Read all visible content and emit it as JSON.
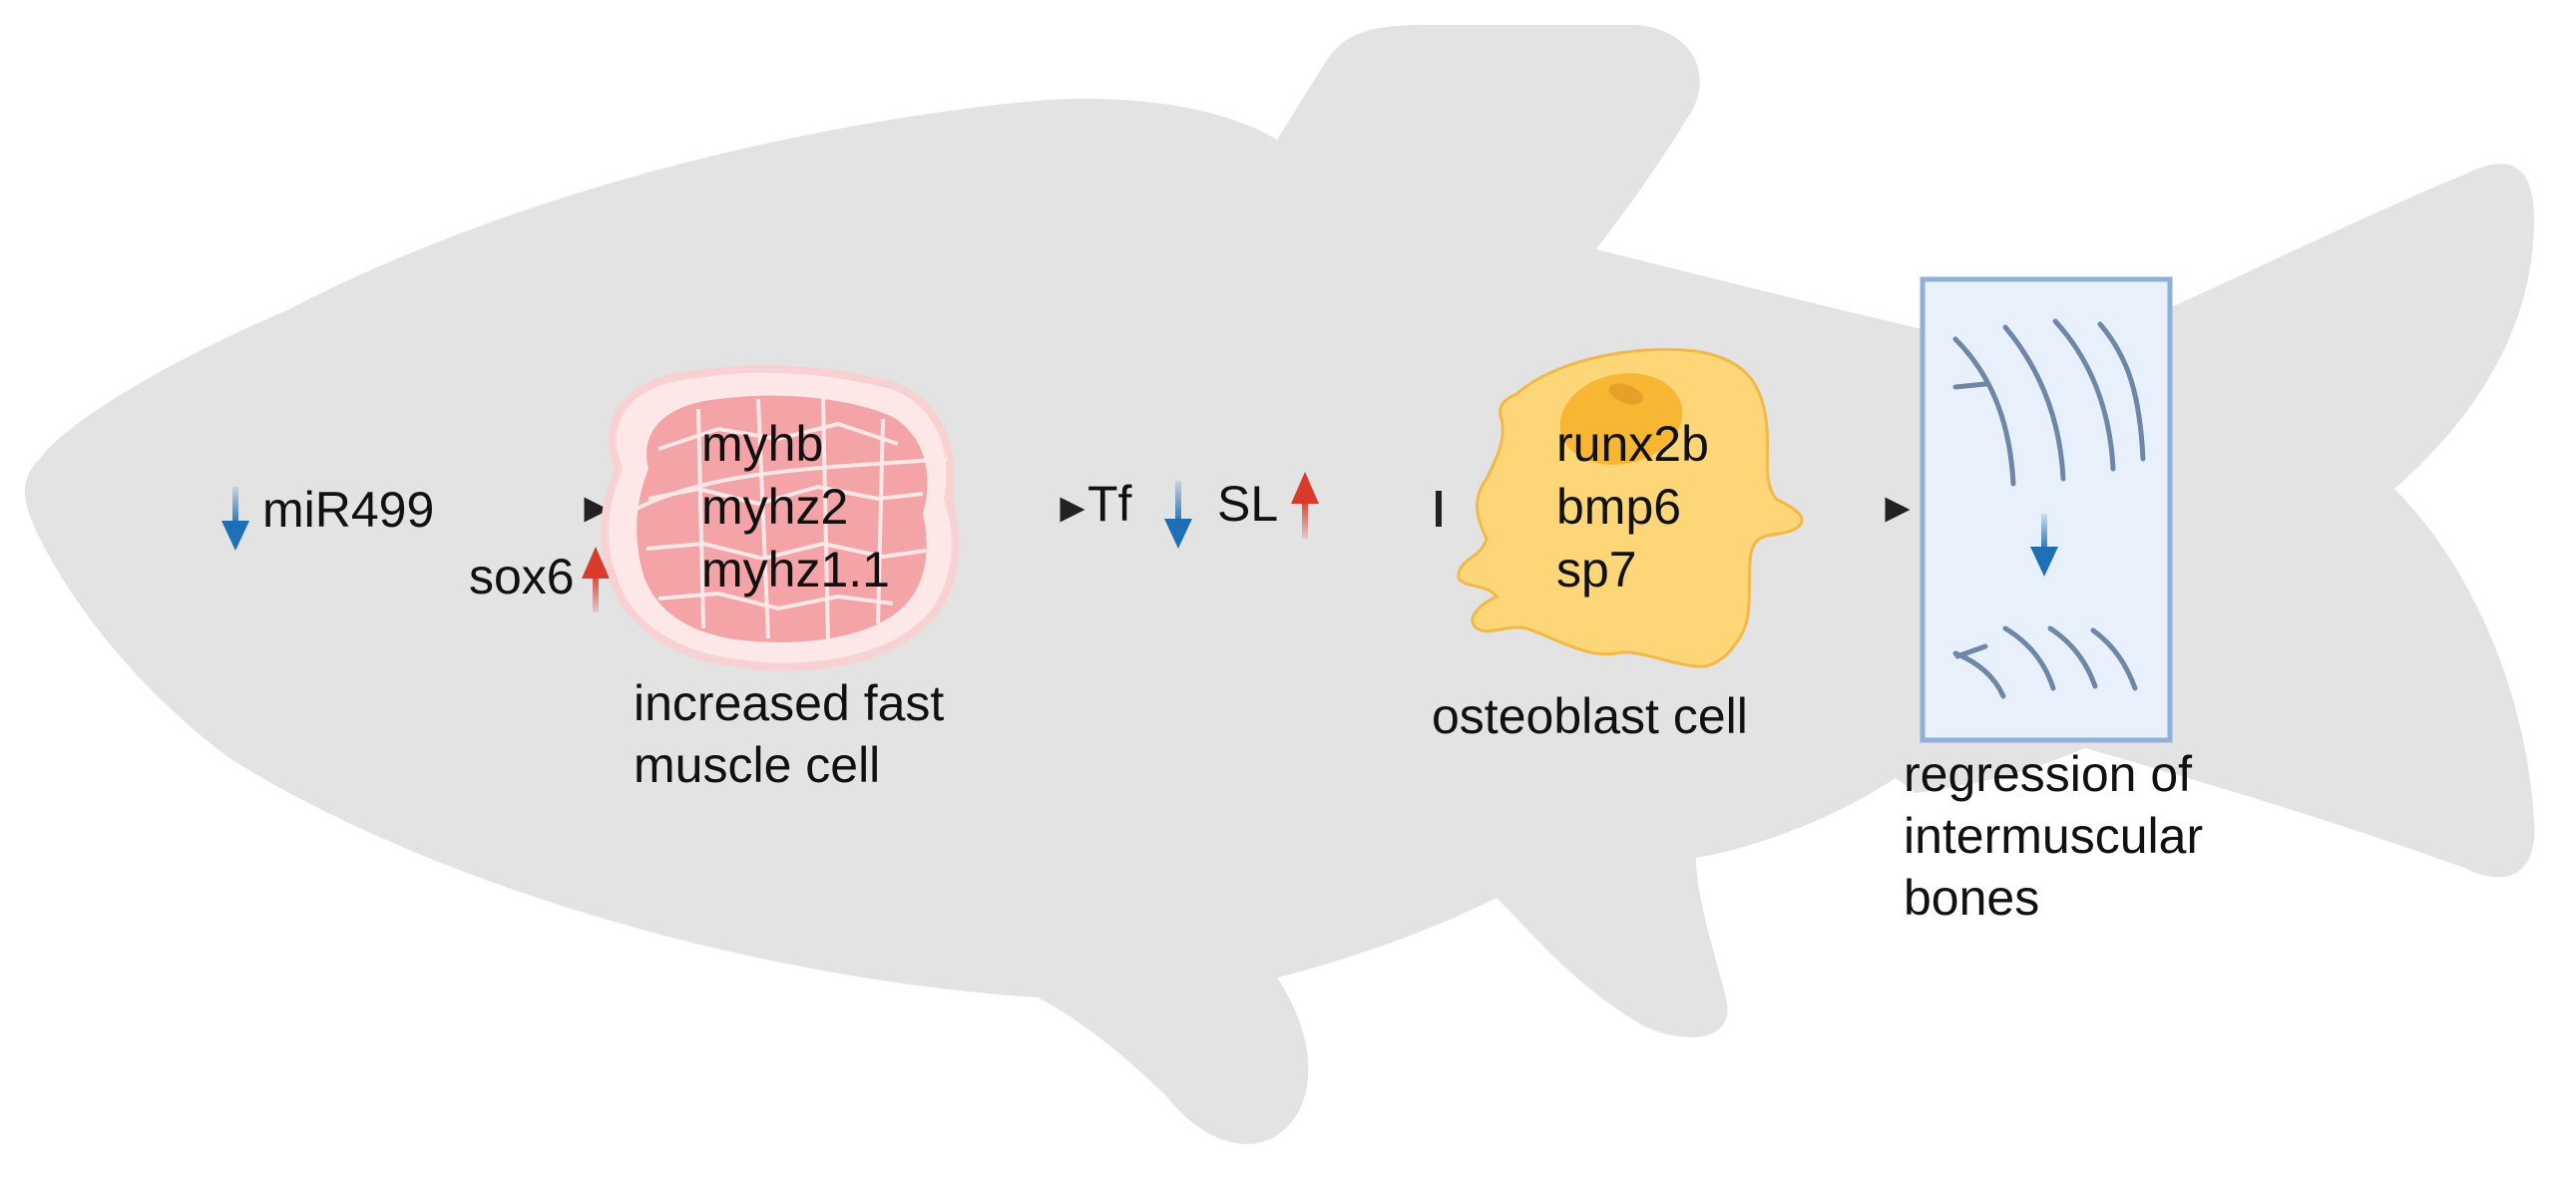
{
  "pathway": {
    "mir": "miR499",
    "sox": "sox6",
    "muscle_genes": [
      "myhb",
      "myhz2",
      "myhz1.1"
    ],
    "muscle_caption": [
      "increased fast",
      "muscle cell"
    ],
    "tf": "Tf",
    "sl": "SL",
    "osteo_genes": [
      "runx2b",
      "bmp6",
      "sp7"
    ],
    "osteo_caption": "osteoblast cell",
    "bone_caption": [
      "regression of",
      "intermuscular",
      "bones"
    ]
  },
  "icons": {
    "down": "down-arrow-icon",
    "up": "up-arrow-icon",
    "activate": "activation-arrow-icon",
    "inhibit": "inhibition-bar-icon"
  },
  "colors": {
    "fish": "#e3e3e3",
    "down_arrow": "#1f6fb6",
    "up_arrow": "#d93a2b",
    "connector": "#222222",
    "muscle_fill": "#f4a3a6",
    "muscle_halo": "#fde7e7",
    "cell_fill": "#fdd678",
    "nucleus": "#f7b733",
    "panel_fill": "#e8f1fb",
    "panel_border": "#8fb0d8",
    "bone_stroke": "#6e86a8"
  }
}
